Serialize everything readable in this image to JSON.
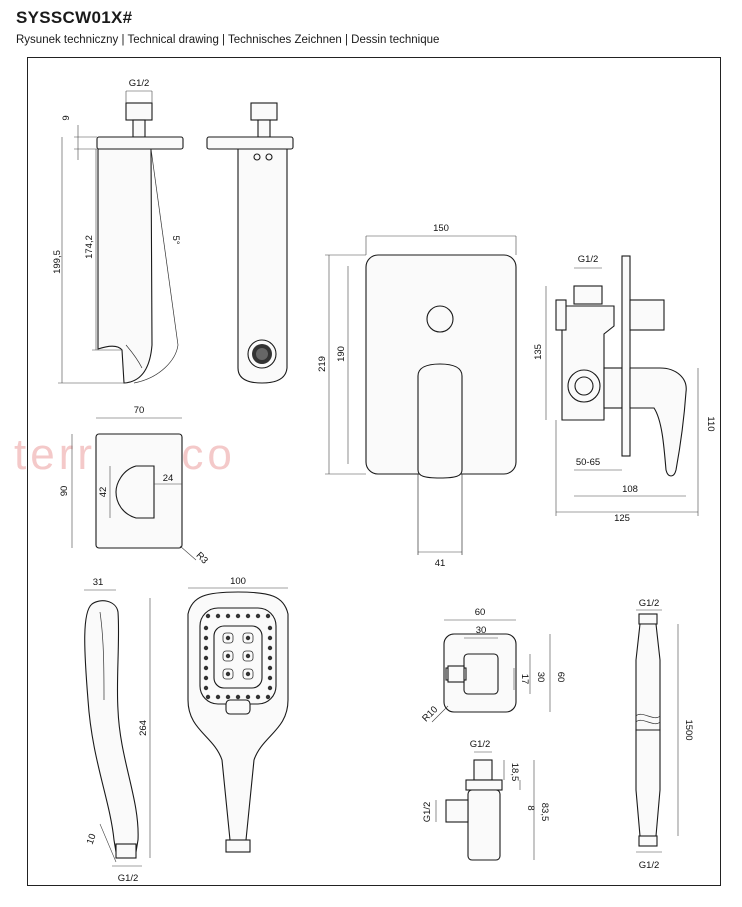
{
  "title": "SYSSCW01X#",
  "subtitle": "Rysunek techniczny | Technical drawing | Technisches Zeichnen | Dessin technique",
  "watermark": "terradeco",
  "dimensions": {
    "spout_thread": "G1/2",
    "spout_top": "9",
    "spout_height": "199,5",
    "spout_inner": "174,2",
    "spout_angle": "5°",
    "plate_width": "150",
    "plate_height_outer": "219",
    "plate_height_inner": "190",
    "lever_width": "41",
    "body_thread": "G1/2",
    "body_height": "135",
    "body_range": "50-65",
    "body_depth_108": "108",
    "body_depth_125": "125",
    "body_lever": "110",
    "small_plate_width": "70",
    "small_plate_height": "90",
    "small_hook_h": "42",
    "small_hook_w": "24",
    "small_radius": "R3",
    "shower_side_width": "31",
    "shower_length": "264",
    "shower_neck": "10",
    "shower_thread": "G1/2",
    "shower_head_width": "100",
    "outlet_width": "60",
    "outlet_inner": "30",
    "outlet_height": "60",
    "outlet_inner_h": "30",
    "outlet_17": "17",
    "outlet_radius": "R10",
    "outlet_thread_top": "G1/2",
    "outlet_18_5": "18,5",
    "outlet_8": "8",
    "outlet_83_5": "83,5",
    "outlet_thread_side": "G1/2",
    "hose_thread_top": "G1/2",
    "hose_length": "1500",
    "hose_thread_bottom": "G1/2"
  }
}
